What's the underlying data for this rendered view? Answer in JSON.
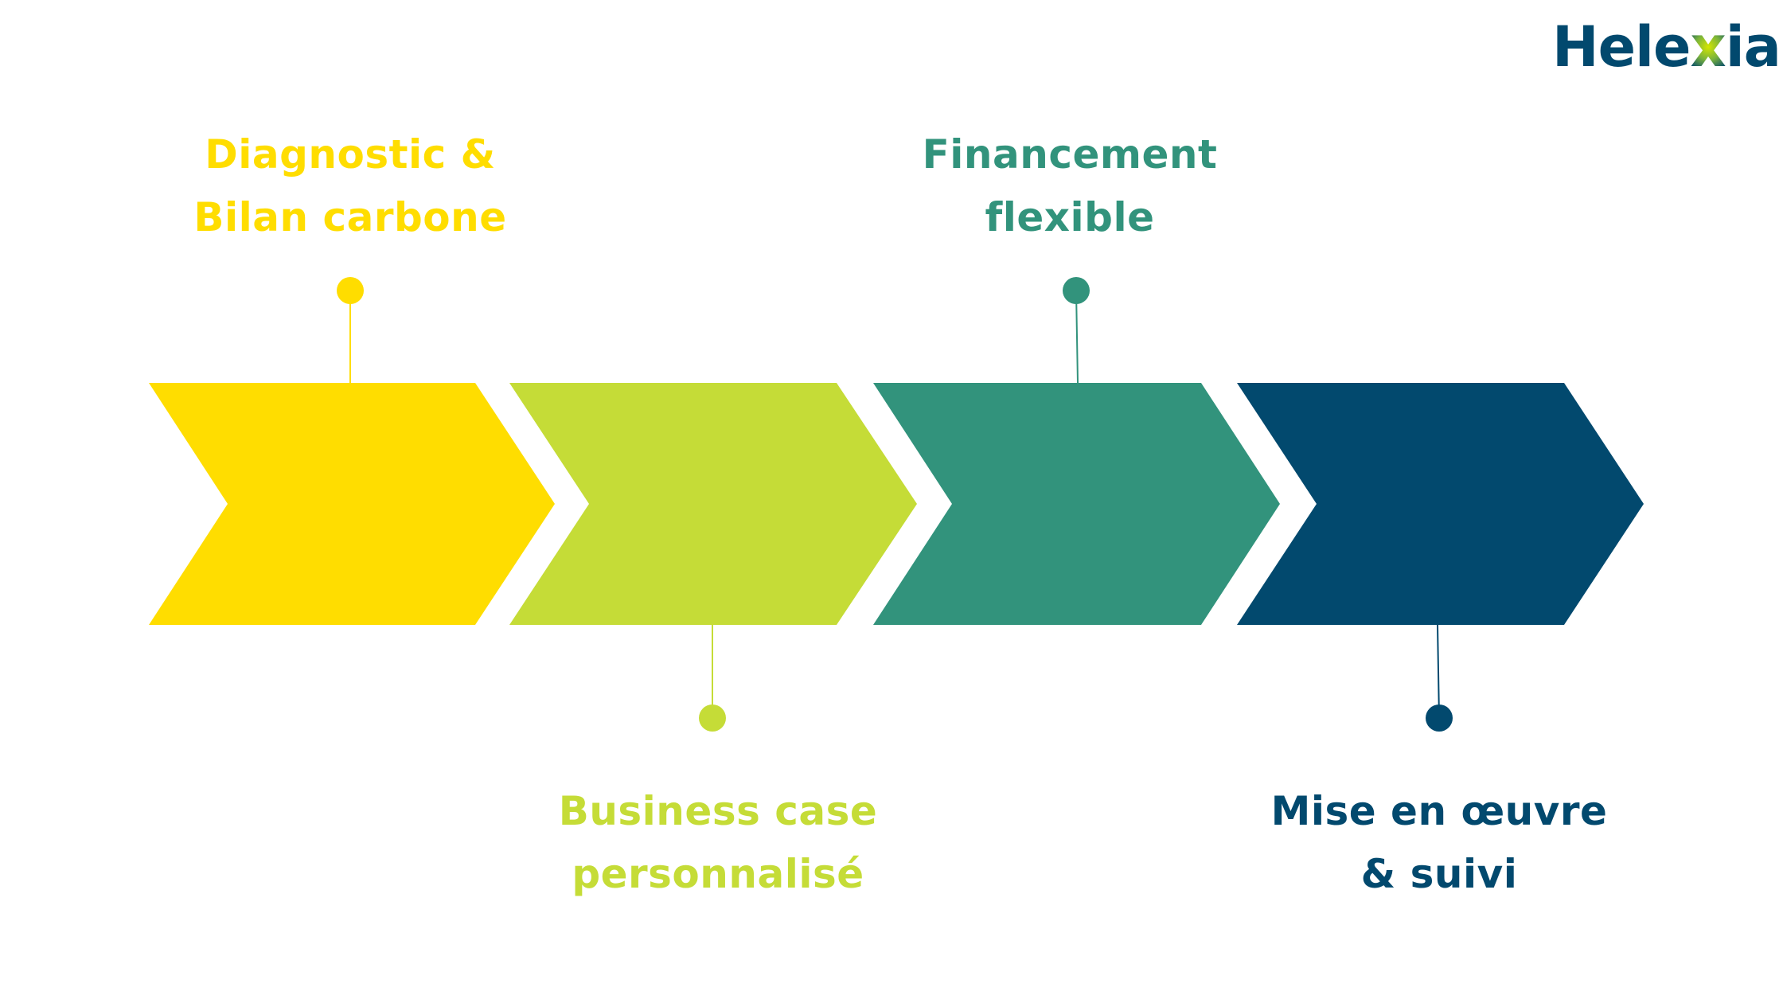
{
  "logo": {
    "before": "Hele",
    "x": "x",
    "after": "ia"
  },
  "steps": [
    {
      "line1": "Diagnostic &",
      "line2": "Bilan carbone",
      "color": "#FFDD00"
    },
    {
      "line1": "Business case",
      "line2": "personnalisé",
      "color": "#C5DC37"
    },
    {
      "line1": "Financement",
      "line2": "flexible",
      "color": "#32937C"
    },
    {
      "line1": "Mise en œuvre",
      "line2": "& suivi",
      "color": "#02496E"
    }
  ]
}
